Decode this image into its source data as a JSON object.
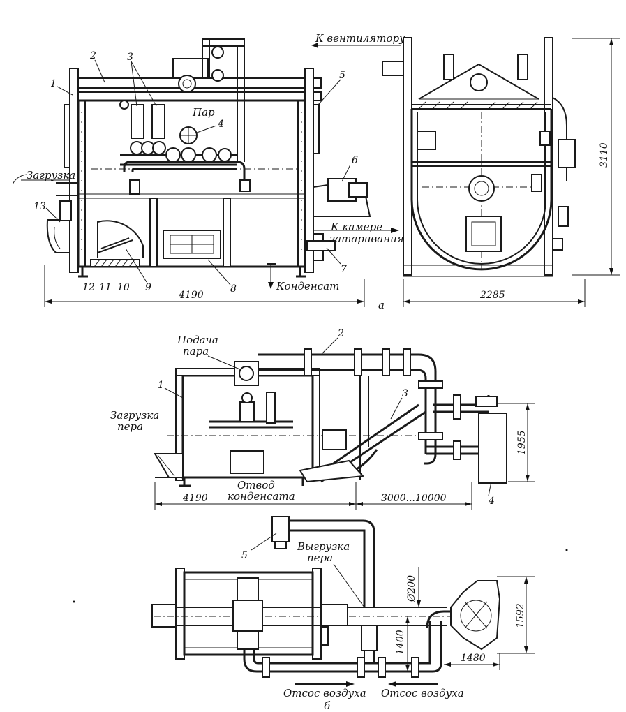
{
  "labels": {
    "k_ventilyatoru": "К вентилятору",
    "par": "Пар",
    "zagruzka": "Загрузка",
    "k_kamere": "К камере",
    "zatarivaniya": "затаривания",
    "kondensat": "Конденсат",
    "podacha": "Подача",
    "para": "пара",
    "zagruzka_pera_1": "Загрузка",
    "zagruzka_pera_2": "пера",
    "otvod": "Отвод",
    "kondensata": "конденсата",
    "vygruzka": "Выгрузка",
    "pera": "пера",
    "otsos_1": "Отсос воздуха",
    "otsos_2": "Отсос воздуха",
    "view_a": "а",
    "view_b": "б"
  },
  "callouts_a": [
    "1",
    "2",
    "3",
    "4",
    "5",
    "6",
    "7",
    "8",
    "9",
    "10",
    "11",
    "12",
    "13"
  ],
  "callouts_b": [
    "1",
    "2",
    "3",
    "4",
    "5"
  ],
  "dimensions": {
    "a_width_left": "4190",
    "a_width_right": "2285",
    "a_height": "3110",
    "b_width_left": "4190",
    "b_range": "3000...10000",
    "b_height": "1955",
    "c_diameter": "Ø200",
    "c_height_1400": "1400",
    "c_height_1592": "1592",
    "c_width_1480": "1480"
  }
}
